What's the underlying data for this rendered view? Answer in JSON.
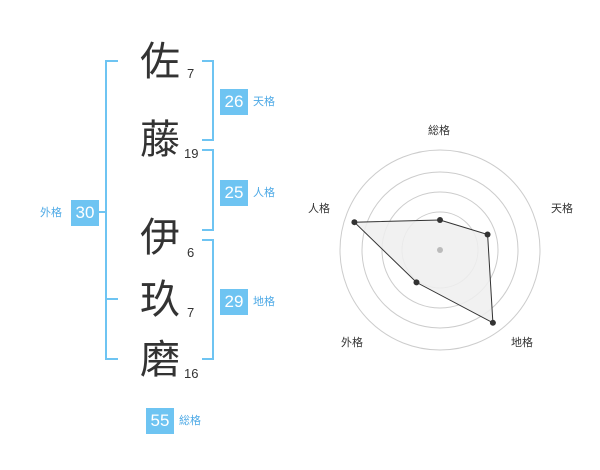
{
  "name_chars": [
    {
      "char": "佐",
      "strokes": "7"
    },
    {
      "char": "藤",
      "strokes": "19"
    },
    {
      "char": "伊",
      "strokes": "6"
    },
    {
      "char": "玖",
      "strokes": "7"
    },
    {
      "char": "磨",
      "strokes": "16"
    }
  ],
  "fortunes": {
    "tenkaku": {
      "label": "天格",
      "value": "26"
    },
    "jinkaku": {
      "label": "人格",
      "value": "25"
    },
    "chikaku": {
      "label": "地格",
      "value": "29"
    },
    "gaikaku": {
      "label": "外格",
      "value": "30"
    },
    "soukaku": {
      "label": "総格",
      "value": "55"
    }
  },
  "radar": {
    "axes": [
      "総格",
      "天格",
      "地格",
      "外格",
      "人格"
    ],
    "values": [
      0.3,
      0.5,
      0.9,
      0.4,
      0.9
    ],
    "colors": {
      "line": "#333333",
      "fill": "#eeeeee",
      "ring": "#cccccc",
      "center": "#bbbbbb"
    }
  },
  "colors": {
    "accent": "#6ec4f2",
    "bracket": "#6ec4f2"
  }
}
